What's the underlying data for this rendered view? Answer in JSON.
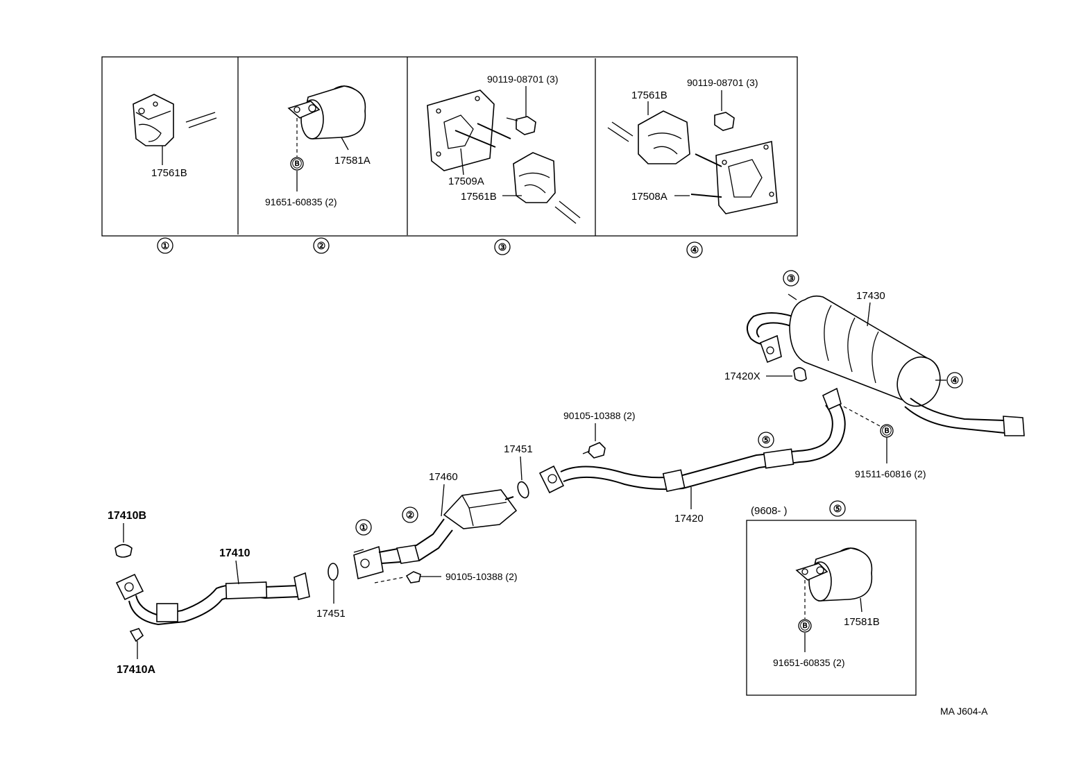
{
  "panels": [
    {
      "index": "①",
      "parts": [
        "17561B"
      ]
    },
    {
      "index": "②",
      "parts": [
        "17581A",
        "Ⓑ",
        "91651-60835 (2)"
      ]
    },
    {
      "index": "③",
      "parts": [
        "90119-08701 (3)",
        "17509A",
        "17561B"
      ]
    },
    {
      "index": "④",
      "parts": [
        "17561B",
        "90119-08701 (3)",
        "17508A"
      ]
    }
  ],
  "inset": {
    "label": "(9608-      )",
    "index": "⑤",
    "parts": [
      "17581B",
      "Ⓑ",
      "91651-60835 (2)"
    ]
  },
  "main": {
    "labels": {
      "p17430": "17430",
      "p17420x": "17420X",
      "circ3": "③",
      "circ4": "④",
      "circ5": "⑤",
      "p90105_top": "90105-10388 (2)",
      "p17451_top": "17451",
      "p17460": "17460",
      "circ1": "①",
      "circ2": "②",
      "p17420": "17420",
      "p91511": "91511-60816 (2)",
      "circB": "Ⓑ",
      "p17410b": "17410B",
      "p17410": "17410",
      "p17451_bot": "17451",
      "p90105_bot": "90105-10388 (2)",
      "p17410a": "17410A"
    }
  },
  "footer_code": "MA  J604-A"
}
